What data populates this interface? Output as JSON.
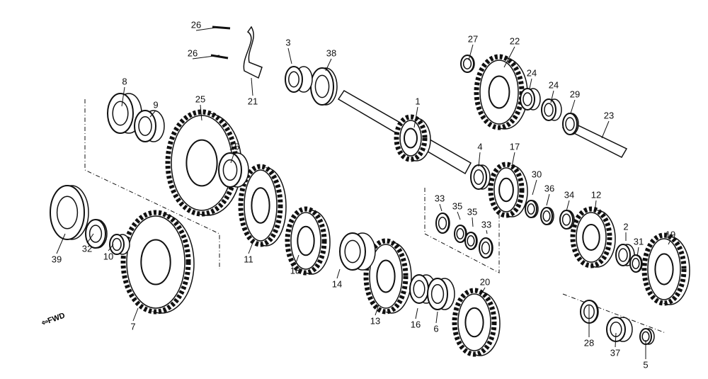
{
  "diagram": {
    "callouts": [
      "26",
      "26",
      "3",
      "38",
      "21",
      "27",
      "22",
      "24",
      "24",
      "29",
      "23",
      "1",
      "8",
      "9",
      "25",
      "15",
      "4",
      "17",
      "30",
      "36",
      "34",
      "12",
      "33",
      "35",
      "35",
      "33",
      "2",
      "31",
      "19",
      "39",
      "32",
      "10",
      "11",
      "18",
      "14",
      "7",
      "13",
      "16",
      "6",
      "20",
      "28",
      "37",
      "5"
    ],
    "direction_label": "FWD",
    "line_color": "#111111"
  }
}
